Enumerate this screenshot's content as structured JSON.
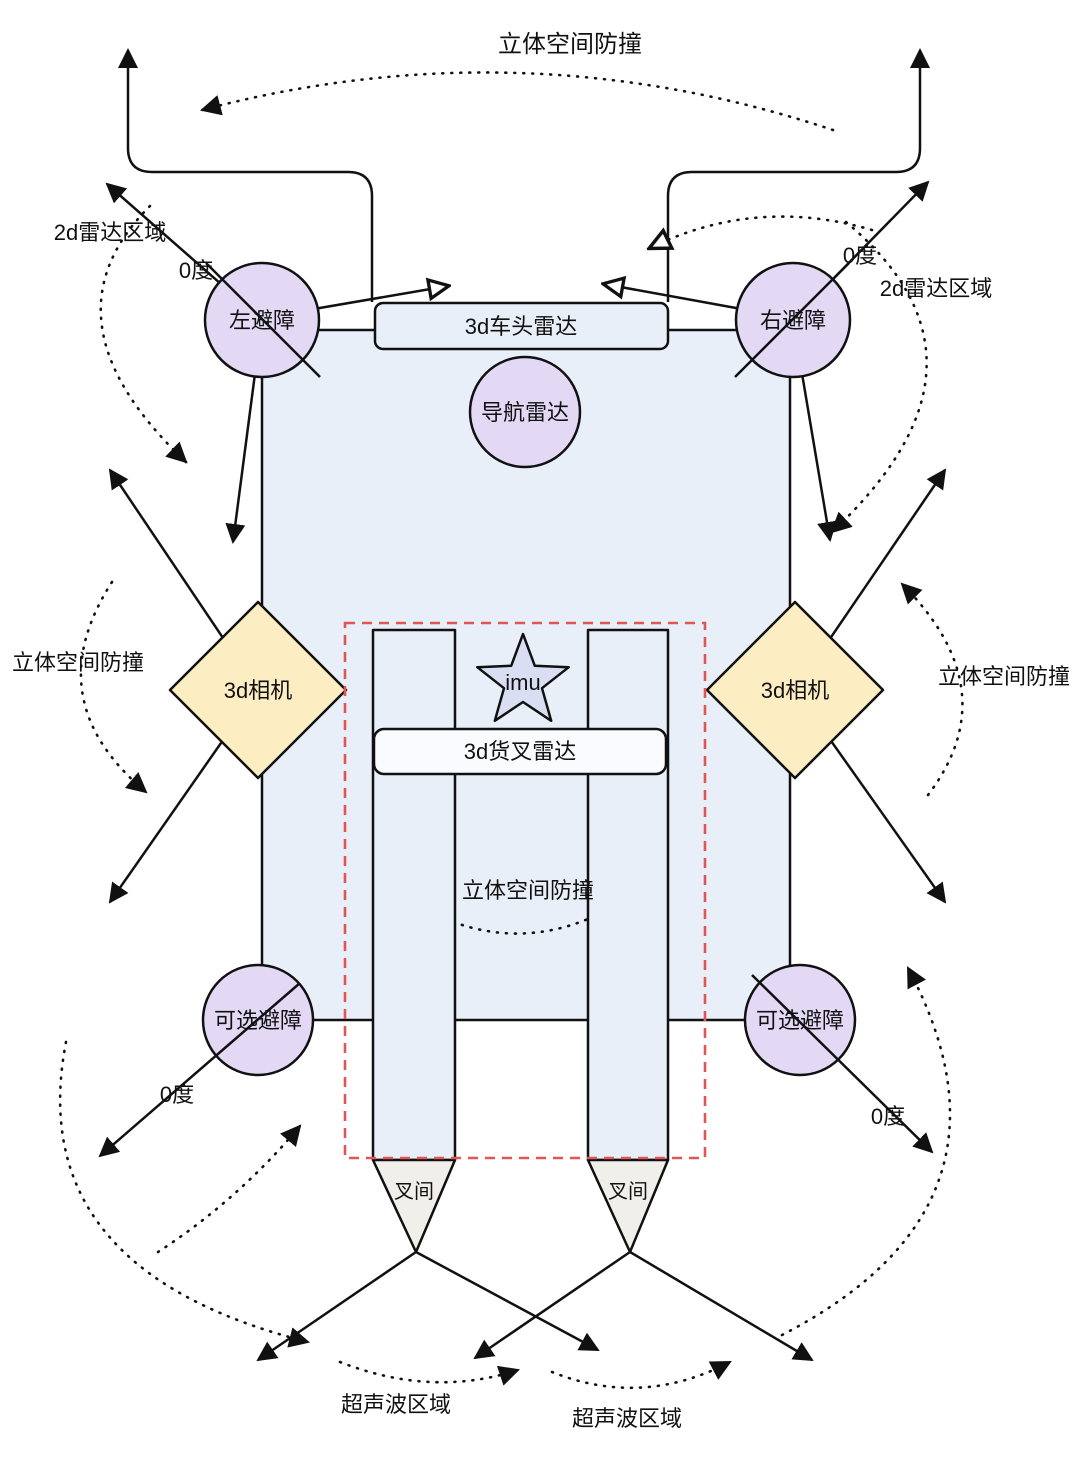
{
  "diagram": {
    "title_hint": "AGV forklift sensor layout diagram",
    "labels": {
      "top_collision": "立体空间防撞",
      "left_2d_radar": "2d雷达区域",
      "right_2d_radar": "2d雷达区域",
      "left_zero_top": "0度",
      "right_zero_top": "0度",
      "left_avoid": "左避障",
      "right_avoid": "右避障",
      "head_radar": "3d车头雷达",
      "nav_radar": "导航雷达",
      "left_camera": "3d相机",
      "right_camera": "3d相机",
      "left_collision": "立体空间防撞",
      "right_collision": "立体空间防撞",
      "imu": "imu",
      "fork_radar": "3d货叉雷达",
      "center_collision": "立体空间防撞",
      "left_optional": "可选避障",
      "right_optional": "可选避障",
      "left_zero_bottom": "0度",
      "right_zero_bottom": "0度",
      "left_fork_tip": "叉间",
      "right_fork_tip": "叉间",
      "left_ultrasonic": "超声波区域",
      "right_ultrasonic": "超声波区域"
    },
    "colors": {
      "body_fill": "#e9eff9",
      "circle_fill": "#e3d9f5",
      "diamond_fill": "#fdedc3",
      "fork_fill": "#e9eff9",
      "fork_tip_fill": "#f0efe9",
      "star_fill": "#d9def2",
      "head_radar_fill": "#e9eff9",
      "fork_radar_fill": "#fafbfe",
      "red_dash": "#e25555",
      "line": "#111111"
    }
  }
}
